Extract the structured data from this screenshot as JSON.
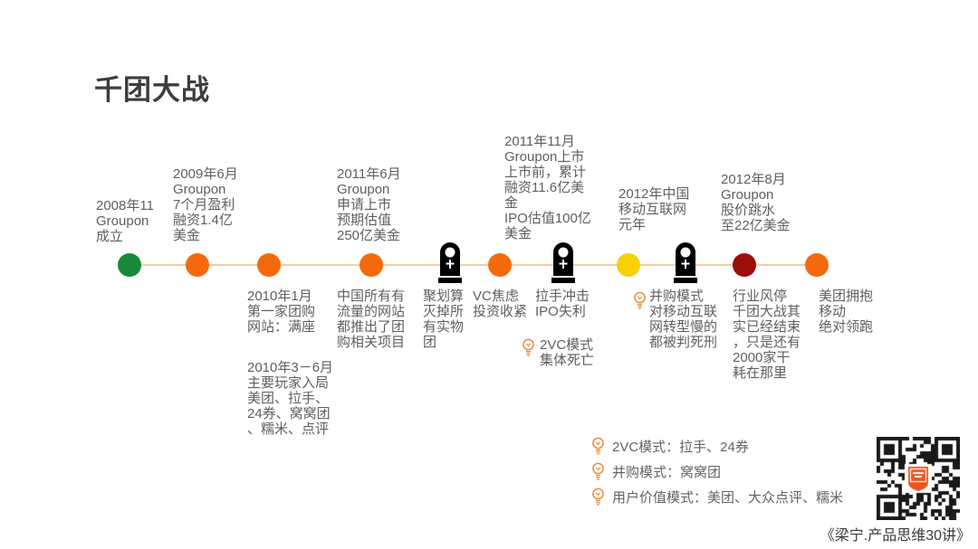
{
  "title": "千团大战",
  "source_caption": "《梁宁.产品思维30讲》",
  "colors": {
    "line": "#f7cda1",
    "green": "#178a3a",
    "orange": "#f5690d",
    "yellow": "#f6d106",
    "dark_red": "#9b0e0a",
    "bulb": "#f0832a",
    "tombstone": "#000000",
    "body_text": "#5f5f5f",
    "title_text": "#3d3d3d"
  },
  "timeline": {
    "nodes": [
      {
        "id": "2008-groupon-founded",
        "marker": "dot",
        "color": "#178a3a",
        "above": "2008年11\nGroupon\n成立"
      },
      {
        "id": "2009-groupon-profit",
        "marker": "dot",
        "color": "#f5690d",
        "above": "2009年6月\nGroupon\n7个月盈利\n融资1.4亿\n美金"
      },
      {
        "id": "2010-first-groupbuy-site",
        "marker": "dot",
        "color": "#f5690d",
        "below": "2010年1月\n第一家团购\n网站：满座",
        "below2": "2010年3－6月\n主要玩家入局\n美团、拉手、\n24券、窝窝团\n、糯米、点评"
      },
      {
        "id": "2011-groupon-ipo-filing",
        "marker": "dot",
        "color": "#f5690d",
        "above": "2011年6月\nGroupon\n申请上市\n预期估值\n250亿美金",
        "below": "中国所有有\n流量的网站\n都推出了团\n购相关项目"
      },
      {
        "id": "juhuasuan-kills-goods-groupbuy",
        "marker": "tombstone",
        "below": "聚划算\n灭掉所\n有实物\n团"
      },
      {
        "id": "2011-groupon-listed",
        "marker": "dot",
        "color": "#f5690d",
        "above": "2011年11月\nGroupon上市\n上市前，累计\n融资11.6亿美\n金\nIPO估值100亿\n美金",
        "below": "VC焦虑\n投资收紧"
      },
      {
        "id": "lashou-ipo-failure",
        "marker": "tombstone",
        "below": "拉手冲击\nIPO失利",
        "note": "2VC模式\n集体死亡"
      },
      {
        "id": "2012-mobile-internet-year",
        "marker": "dot",
        "color": "#f6d106",
        "above": "2012年中国\n移动互联网\n元年",
        "note": "并购模式\n对移动互联\n网转型慢的\n都被判死刑"
      },
      {
        "id": "industry-wind-stops",
        "marker": "tombstone"
      },
      {
        "id": "2012-groupon-stock-drop",
        "marker": "dot",
        "color": "#9b0e0a",
        "above": "2012年8月\nGroupon\n股价跳水\n至22亿美金",
        "below": "行业风停\n千团大战其\n实已经结束\n，只是还有\n2000家干\n耗在那里"
      },
      {
        "id": "meituan-mobile-lead",
        "marker": "dot",
        "color": "#f5690d",
        "below": "美团拥抱\n移动\n绝对领跑"
      }
    ]
  },
  "legend": {
    "items": [
      "2VC模式：拉手、24券",
      "并购模式：窝窝团",
      "用户价值模式：美团、大众点评、糯米"
    ]
  }
}
